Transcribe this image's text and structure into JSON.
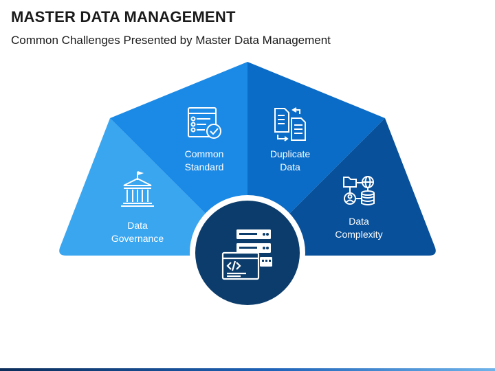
{
  "header": {
    "title": "MASTER DATA MANAGEMENT",
    "subtitle": "Common Challenges Presented by Master Data Management"
  },
  "segments": [
    {
      "id": "data-governance",
      "lines": [
        "Data",
        "Governance"
      ],
      "icon": "bank-building-icon",
      "color": "#3aa6f0"
    },
    {
      "id": "common-standard",
      "lines": [
        "Common",
        "Standard"
      ],
      "icon": "checklist-icon",
      "color": "#1b8ae6"
    },
    {
      "id": "duplicate-data",
      "lines": [
        "Duplicate",
        "Data"
      ],
      "icon": "duplicate-documents-icon",
      "color": "#0a6cc6"
    },
    {
      "id": "data-complexity",
      "lines": [
        "Data",
        "Complexity"
      ],
      "icon": "data-network-icon",
      "color": "#08509a"
    }
  ],
  "center": {
    "icon": "server-code-icon",
    "color": "#0b3c6b"
  }
}
